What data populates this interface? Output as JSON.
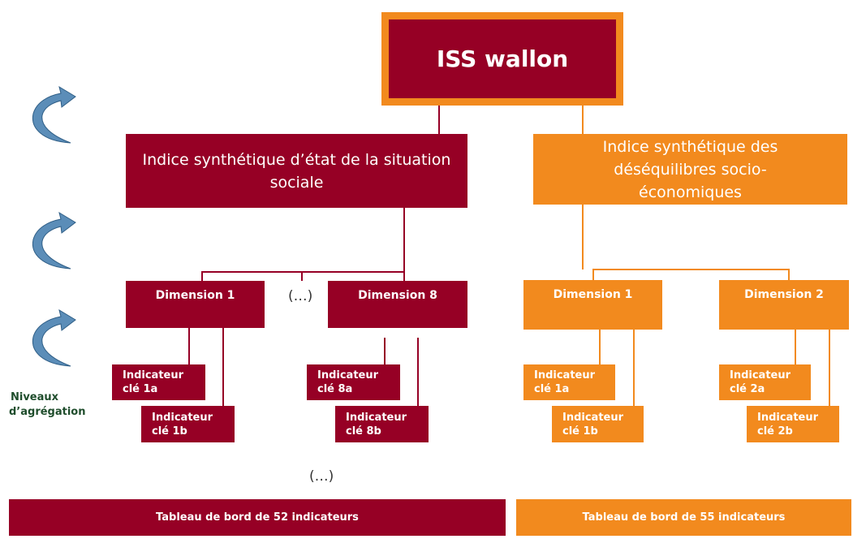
{
  "root": {
    "label": "ISS wallon"
  },
  "left": {
    "index_label": "Indice synthétique d’état de la situation sociale",
    "dimensions": [
      "Dimension 1",
      "Dimension 8"
    ],
    "ellipsis": "(…)",
    "indicators": [
      {
        "line1": "Indicateur",
        "line2": "clé 1a"
      },
      {
        "line1": "Indicateur",
        "line2": "clé 1b"
      },
      {
        "line1": "Indicateur",
        "line2": "clé 8a"
      },
      {
        "line1": "Indicateur",
        "line2": "clé 8b"
      }
    ],
    "bottom_ellipsis": "(…)",
    "dashboard": "Tableau de bord de 52 indicateurs"
  },
  "right": {
    "index_label": "Indice synthétique des déséquilibres socio-économiques",
    "dimensions": [
      "Dimension 1",
      "Dimension 2"
    ],
    "indicators": [
      {
        "line1": "Indicateur",
        "line2": "clé 1a"
      },
      {
        "line1": "Indicateur",
        "line2": "clé 1b"
      },
      {
        "line1": "Indicateur",
        "line2": "clé 2a"
      },
      {
        "line1": "Indicateur",
        "line2": "clé 2b"
      }
    ],
    "dashboard": "Tableau de bord de 55 indicateurs"
  },
  "side_label": {
    "line1": "Niveaux",
    "line2": "d’agrégation"
  },
  "colors": {
    "dark_red": "#960025",
    "orange": "#F28A1E",
    "arrow_blue": "#5B8DB8"
  },
  "icons": [
    "curved-arrow-icon",
    "curved-arrow-icon",
    "curved-arrow-icon"
  ]
}
